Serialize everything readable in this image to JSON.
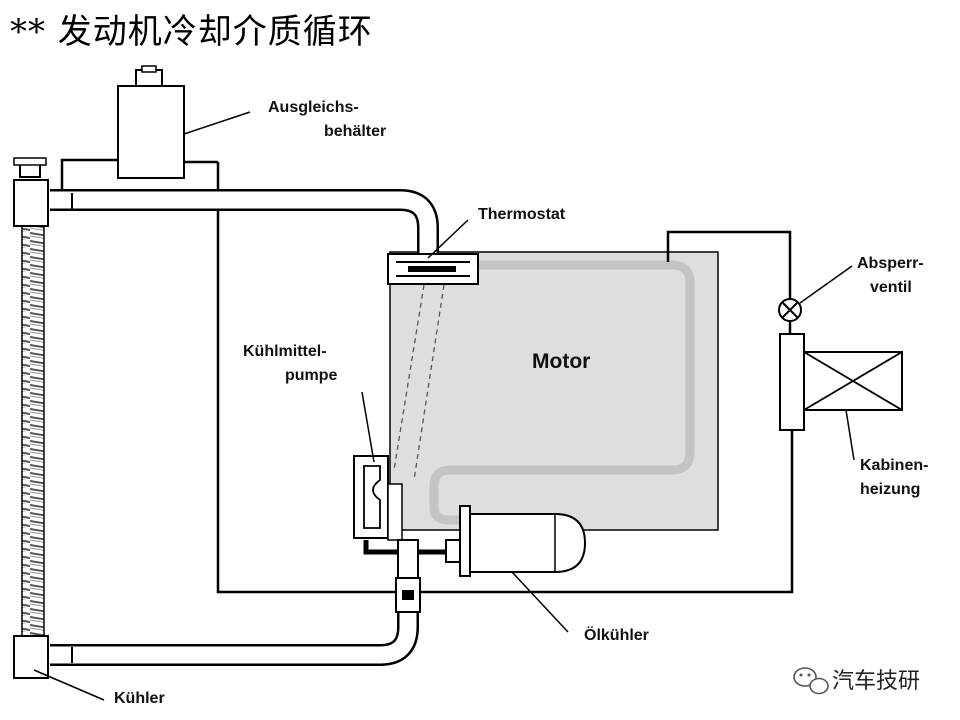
{
  "title": "** 发动机冷却介质循环",
  "labels": {
    "expansion_tank_l1": "Ausgleichs-",
    "expansion_tank_l2": "behälter",
    "thermostat": "Thermostat",
    "pump_l1": "Kühlmittel-",
    "pump_l2": "pumpe",
    "engine": "Motor",
    "valve_l1": "Absperr-",
    "valve_l2": "ventil",
    "heater_l1": "Kabinen-",
    "heater_l2": "heizung",
    "oil_cooler": "Ölkühler",
    "radiator": "Kühler"
  },
  "watermark": "汽车技研",
  "colors": {
    "engine_fill": "#dedede",
    "engine_channel": "#c8c8c8",
    "line": "#000000"
  }
}
